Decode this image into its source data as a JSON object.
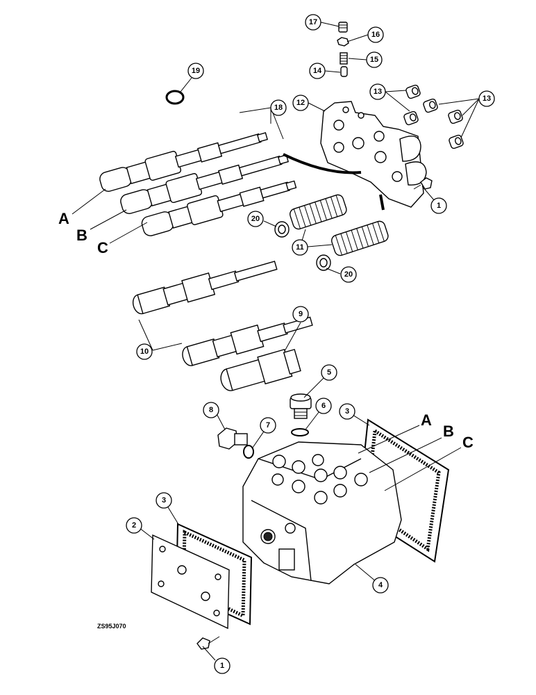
{
  "diagram": {
    "figure_code": "ZS95J070",
    "callouts": [
      "17",
      "16",
      "15",
      "14",
      "13",
      "13",
      "12",
      "19",
      "18",
      "1",
      "20",
      "11",
      "20",
      "9",
      "10",
      "5",
      "6",
      "3",
      "8",
      "7",
      "3",
      "2",
      "4",
      "1"
    ],
    "letters": [
      "A",
      "B",
      "C",
      "A",
      "B",
      "C"
    ]
  }
}
